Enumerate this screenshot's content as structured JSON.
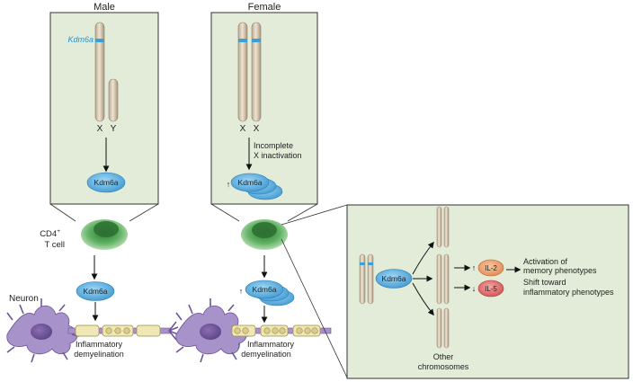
{
  "panels": {
    "male_title": "Male",
    "female_title": "Female"
  },
  "labels": {
    "gene": "Kdm6a",
    "x": "X",
    "y": "Y",
    "incomplete_line1": "Incomplete",
    "incomplete_line2": "X inactivation",
    "protein": "Kdm6a",
    "cd4_line1": "CD4",
    "cd4_sup": "+",
    "cd4_line2": "T cell",
    "neuron": "Neuron",
    "inflam_line1": "Inflammatory",
    "inflam_line2": "demyelination",
    "up_arrow": "↑",
    "down_arrow": "↓",
    "il2": "IL-2",
    "il5": "IL-5",
    "activation_line1": "Activation of",
    "activation_line2": "memory phenotypes",
    "shift_line1": "Shift toward",
    "shift_line2": "inflammatory phenotypes",
    "other_line1": "Other",
    "other_line2": "chromosomes"
  },
  "colors": {
    "panel_fill": "#e3ecd9",
    "chromosome": "#d8cbb8",
    "band": "#3aa0d8",
    "protein": "#5cb4e6",
    "tcell": "#5aa85a",
    "neuron": "#a792c9",
    "myelin": "#f0e8b4",
    "il2": "#f2a070",
    "il5": "#e06a6a"
  }
}
